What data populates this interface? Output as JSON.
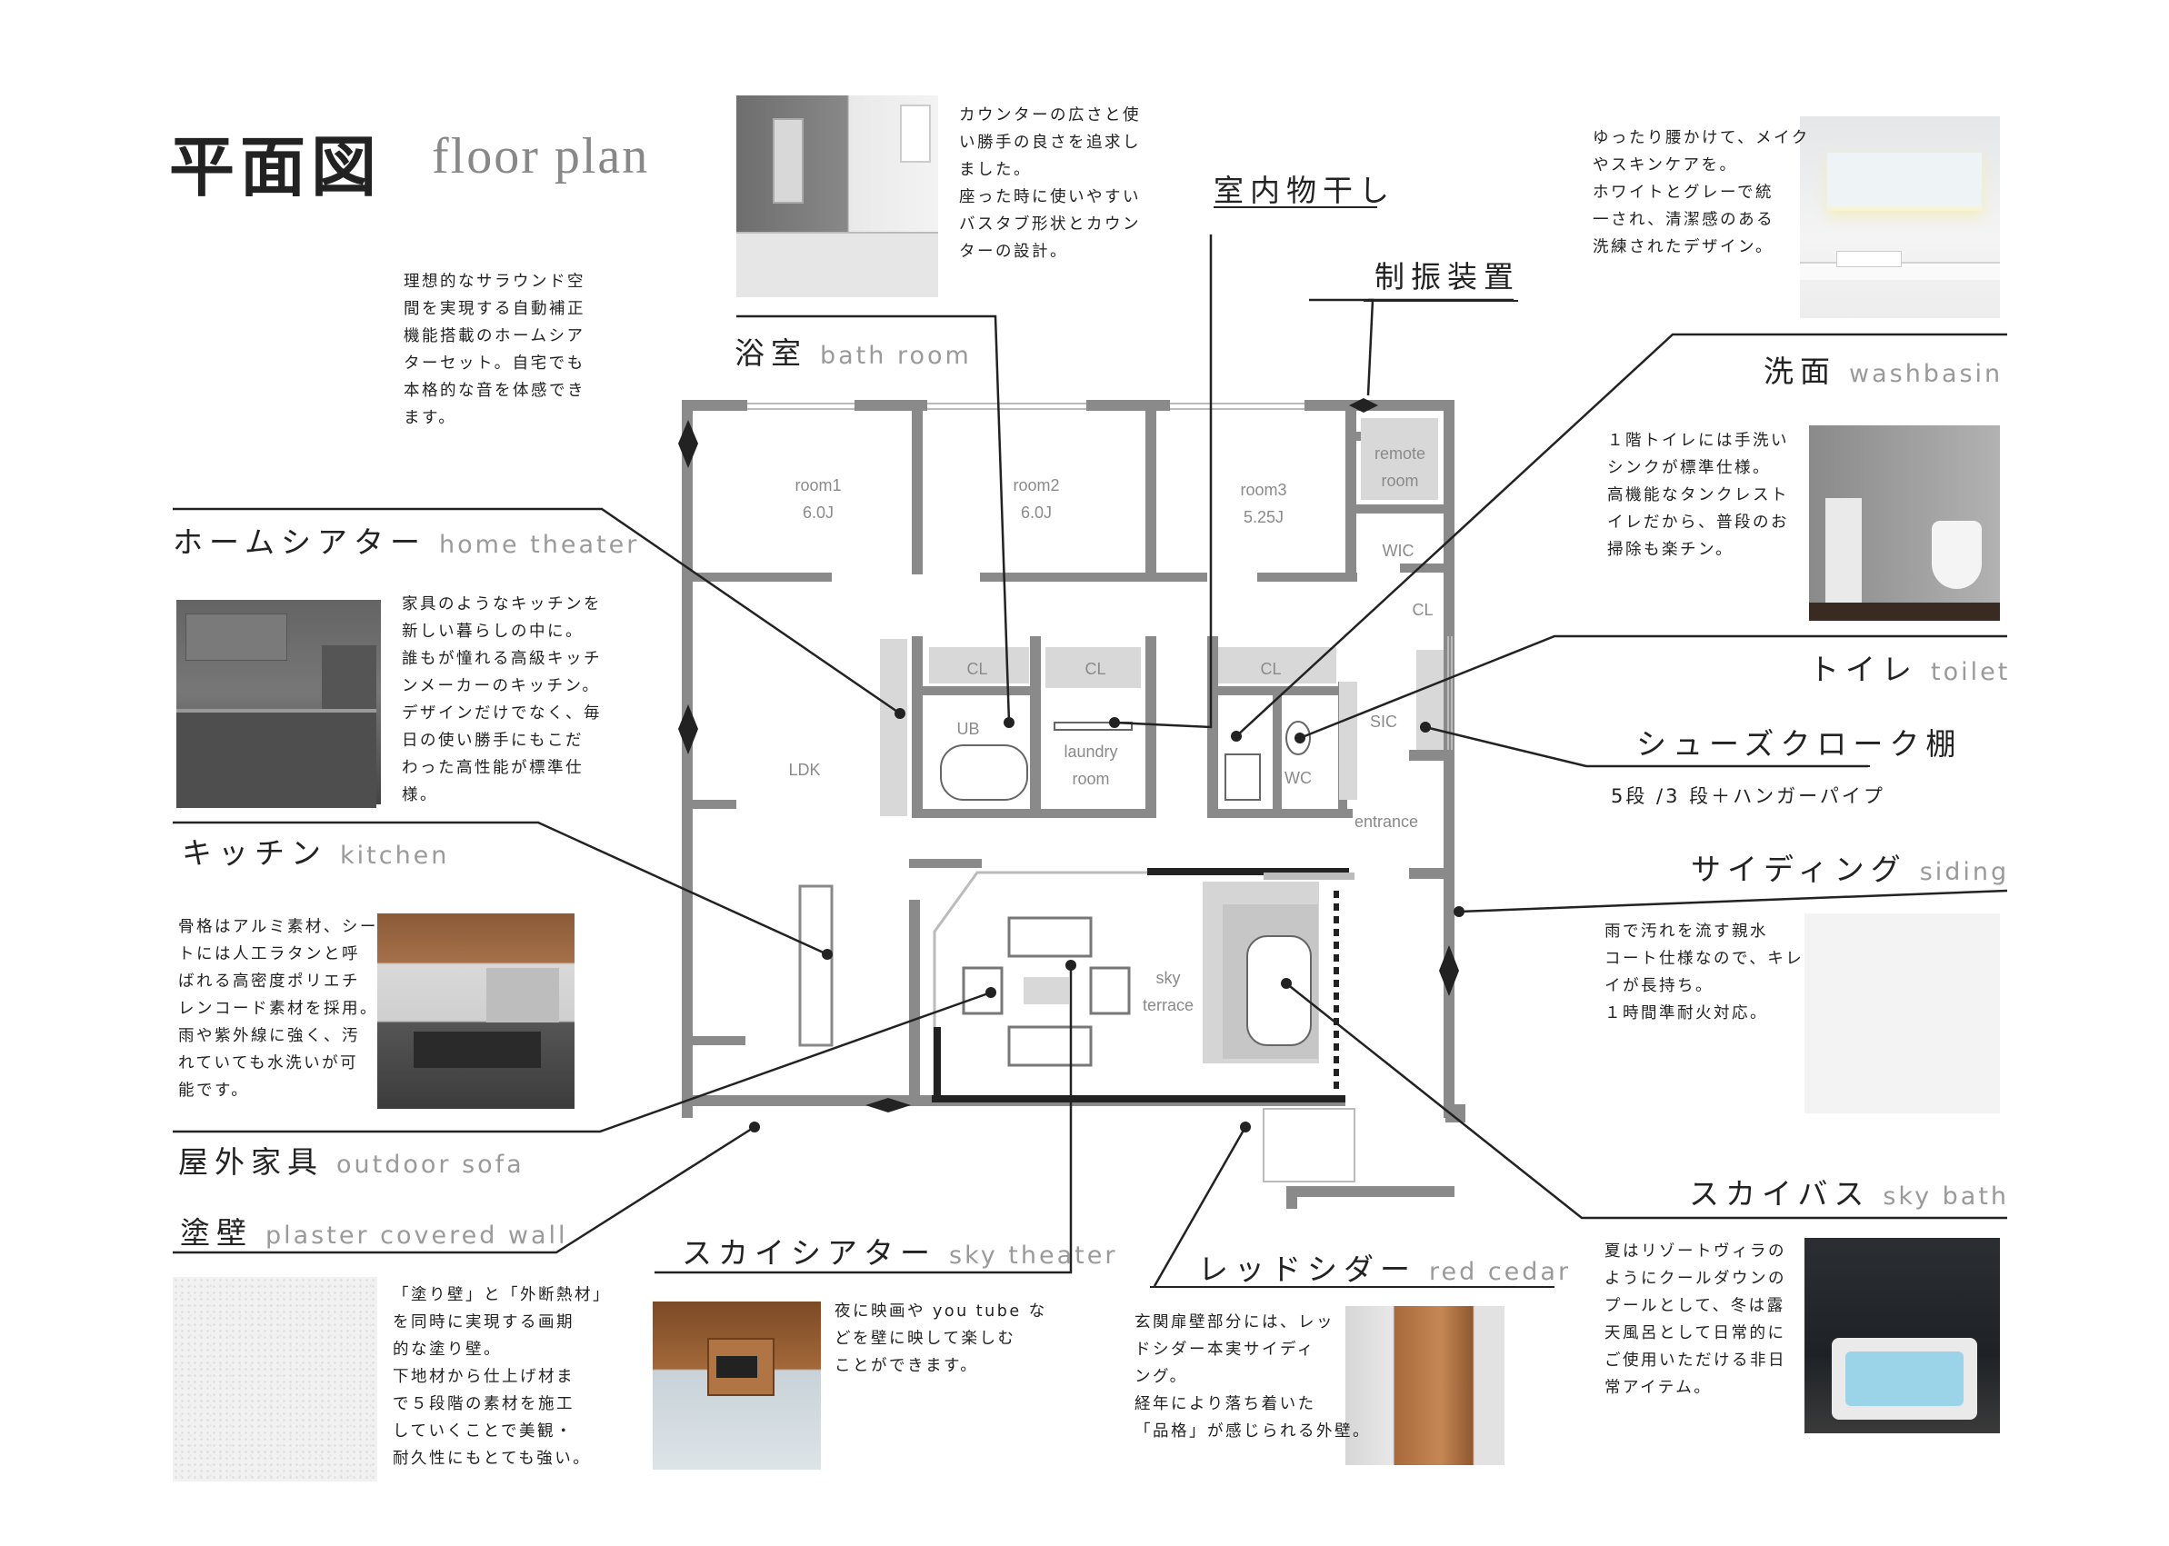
{
  "title": {
    "ja": "平面図",
    "en": "floor plan"
  },
  "callouts": {
    "bath": {
      "ja": "浴室",
      "en": "bath room",
      "desc": [
        "カウンターの広さと使",
        "い勝手の良さを追求し",
        "ました。",
        "座った時に使いやすい",
        "バスタブ形状とカウン",
        "ターの設計。"
      ]
    },
    "drying": {
      "ja": "室内物干し"
    },
    "seismic": {
      "ja": "制振装置"
    },
    "washbasin": {
      "ja": "洗面",
      "en": "washbasin",
      "desc": [
        "ゆったり腰かけて、メイク",
        "やスキンケアを。",
        "ホワイトとグレーで統",
        "一され、清潔感のある",
        "洗練されたデザイン。"
      ]
    },
    "theater_intro": {
      "desc": [
        "理想的なサラウンド空",
        "間を実現する自動補正",
        "機能搭載のホームシア",
        "ターセット。自宅でも",
        "本格的な音を体感でき",
        "ます。"
      ]
    },
    "home_theater": {
      "ja": "ホームシアター",
      "en": "home theater"
    },
    "kitchen_intro": {
      "desc": [
        "家具のようなキッチンを",
        "新しい暮らしの中に。",
        "誰もが憧れる高級キッチ",
        "ンメーカーのキッチン。",
        "デザインだけでなく、毎",
        "日の使い勝手にもこだ",
        "わった高性能が標準仕",
        "様。"
      ]
    },
    "kitchen": {
      "ja": "キッチン",
      "en": "kitchen"
    },
    "outdoor_intro": {
      "desc": [
        "骨格はアルミ素材、シー",
        "トには人工ラタンと呼",
        "ばれる高密度ポリエチ",
        "レンコード素材を採用。",
        "雨や紫外線に強く、汚",
        "れていても水洗いが可",
        "能です。"
      ]
    },
    "outdoor": {
      "ja": "屋外家具",
      "en": "outdoor sofa"
    },
    "plaster": {
      "ja": "塗壁",
      "en": "plaster covered wall",
      "desc": [
        "「塗り壁」と「外断熱材」",
        "を同時に実現する画期",
        "的な塗り壁。",
        "下地材から仕上げ材ま",
        "で５段階の素材を施工",
        "していくことで美観・",
        "耐久性にもとても強い。"
      ]
    },
    "sky_theater": {
      "ja": "スカイシアター",
      "en": "sky theater",
      "desc": [
        "夜に映画や you tube な",
        "どを壁に映して楽しむ",
        "ことができます。"
      ]
    },
    "red_cedar": {
      "ja": "レッドシダー",
      "en": "red cedar",
      "desc": [
        "玄関扉壁部分には、レッ",
        "ドシダー本実サイディ",
        "ング。",
        "経年により落ち着いた",
        "「品格」が感じられる外壁。"
      ]
    },
    "toilet": {
      "ja": "トイレ",
      "en": "toilet",
      "desc": [
        "１階トイレには手洗い",
        "シンクが標準仕様。",
        "高機能なタンクレスト",
        "イレだから、普段のお",
        "掃除も楽チン。"
      ]
    },
    "shoe": {
      "ja": "シューズクローク棚",
      "sub": "5段 /3 段＋ハンガーパイプ"
    },
    "siding": {
      "ja": "サイディング",
      "en": "siding",
      "desc": [
        "雨で汚れを流す親水",
        "コート仕様なので、キレ",
        "イが長持ち。",
        "１時間準耐火対応。"
      ]
    },
    "sky_bath": {
      "ja": "スカイバス",
      "en": "sky bath",
      "desc": [
        "夏はリゾートヴィラの",
        "ようにクールダウンの",
        "プールとして、冬は露",
        "天風呂として日常的に",
        "ご使用いただける非日",
        "常アイテム。"
      ]
    }
  },
  "plan": {
    "room1": {
      "name": "room1",
      "size": "6.0J"
    },
    "room2": {
      "name": "room2",
      "size": "6.0J"
    },
    "room3": {
      "name": "room3",
      "size": "5.25J"
    },
    "remote": "remote",
    "remote2": "room",
    "wic": "WIC",
    "cl": "CL",
    "ldk": "LDK",
    "ub": "UB",
    "laundry": "laundry",
    "laundry2": "room",
    "wc": "WC",
    "sic": "SIC",
    "entrance": "entrance",
    "sky": "sky",
    "terrace": "terrace"
  }
}
